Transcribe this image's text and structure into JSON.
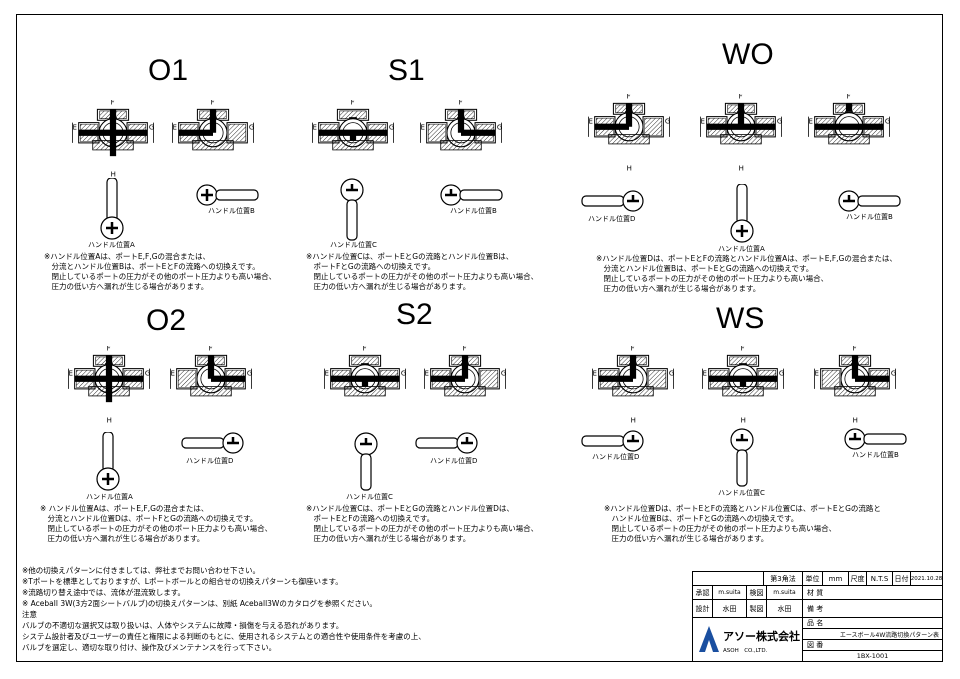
{
  "patterns": [
    {
      "title": "O1",
      "handles": [
        {
          "label": "ハンドル位置A"
        },
        {
          "label": "ハンドル位置B"
        }
      ],
      "note": "※ハンドル位置Aは、ポートE,F,Gの混合または、\n　分流とハンドル位置Bは、ポートEとFの流路への切換えです。\n　閉止しているポートの圧力がその他のポート圧力よりも高い場合、\n　圧力の低い方へ漏れが生じる場合があります。"
    },
    {
      "title": "S1",
      "handles": [
        {
          "label": "ハンドル位置C"
        },
        {
          "label": "ハンドル位置B"
        }
      ],
      "note": "※ハンドル位置Cは、ポートEとGの流路とハンドル位置Bは、\n　ポートFとGの流路への切換えです。\n　閉止しているポートの圧力がその他のポート圧力よりも高い場合、\n　圧力の低い方へ漏れが生じる場合があります。"
    },
    {
      "title": "WO",
      "handles": [
        {
          "label": "ハンドル位置D"
        },
        {
          "label": "ハンドル位置A"
        },
        {
          "label": "ハンドル位置B"
        }
      ],
      "note": "※ハンドル位置Dは、ポートEとFの流路とハンドル位置Aは、ポートE,F,Gの混合または、\n　分流とハンドル位置Bは、ポートEとGの流路への切換えです。\n　閉止しているポートの圧力がその他のポート圧力よりも高い場合、\n　圧力の低い方へ漏れが生じる場合があります。"
    },
    {
      "title": "O2",
      "handles": [
        {
          "label": "ハンドル位置A"
        },
        {
          "label": "ハンドル位置D"
        }
      ],
      "note": "※ ハンドル位置Aは、ポートE,F,Gの混合または、\n　分流とハンドル位置Dは、ポートFとGの流路への切換えです。\n　閉止しているポートの圧力がその他のポート圧力よりも高い場合、\n　圧力の低い方へ漏れが生じる場合があります。"
    },
    {
      "title": "S2",
      "handles": [
        {
          "label": "ハンドル位置C"
        },
        {
          "label": "ハンドル位置D"
        }
      ],
      "note": "※ハンドル位置Cは、ポートEとGの流路とハンドル位置Dは、\n　ポートEとFの流路への切換えです。\n　閉止しているポートの圧力がその他のポート圧力よりも高い場合、\n　圧力の低い方へ漏れが生じる場合があります。"
    },
    {
      "title": "WS",
      "handles": [
        {
          "label": "ハンドル位置D"
        },
        {
          "label": "ハンドル位置C"
        },
        {
          "label": "ハンドル位置B"
        }
      ],
      "note": "※ハンドル位置Dは、ポートEとFの流路とハンドル位置Cは、ポートEとGの流路と\n　ハンドル位置Bは、ポートFとGの流路への切換えです。\n　閉止しているポートの圧力がその他のポート圧力よりも高い場合、\n　圧力の低い方へ漏れが生じる場合があります。"
    }
  ],
  "ports": {
    "e": "E",
    "f": "F",
    "g": "G",
    "h": "H"
  },
  "general_notes": "※他の切換えパターンに付きましては、弊社までお問い合わせ下さい。\n※Tポートを標準としておりますが、Lポートボールとの組合せの切換えパターンも御座います。\n※流路切り替え途中では、流体が混流致します。\n※ Aceball 3W(3方2面シートバルブ)の切換えパターンは、別紙 Aceball3Wのカタログを参照ください。\n注意\nバルブの不適切な選択又は取り扱いは、人体やシステムに故障・損傷を与える恐れがあります。\nシステム設計者及びユーザーの責任と権限による判断のもとに、使用されるシステムとの適合性や使用条件を考慮の上、\nバルブを選定し、適切な取り付け、操作及びメンテナンスを行って下さい。",
  "title_block": {
    "angle": "第3角法",
    "unit_label": "単位",
    "unit": "mm",
    "scale_label": "尺度",
    "scale": "N.T.S",
    "date_label": "日付",
    "date": "2021.10.28",
    "drawn_label": "承認",
    "drawn_by": "m.suita",
    "checked_label": "検図",
    "checked_by": "m.suita",
    "material_label": "材 質",
    "design_label": "設計",
    "design_by": "水田",
    "drafting_label": "製図",
    "drafting_by": "水田",
    "remarks_label": "備 考",
    "product_label": "品 名",
    "product_name": "エースボール4W流路切換パターン表",
    "company": "アソー株式会社",
    "company_en": "ASOH　CO.,LTD.",
    "drawing_no_label": "図 番",
    "drawing_no": "1BX-1001"
  }
}
